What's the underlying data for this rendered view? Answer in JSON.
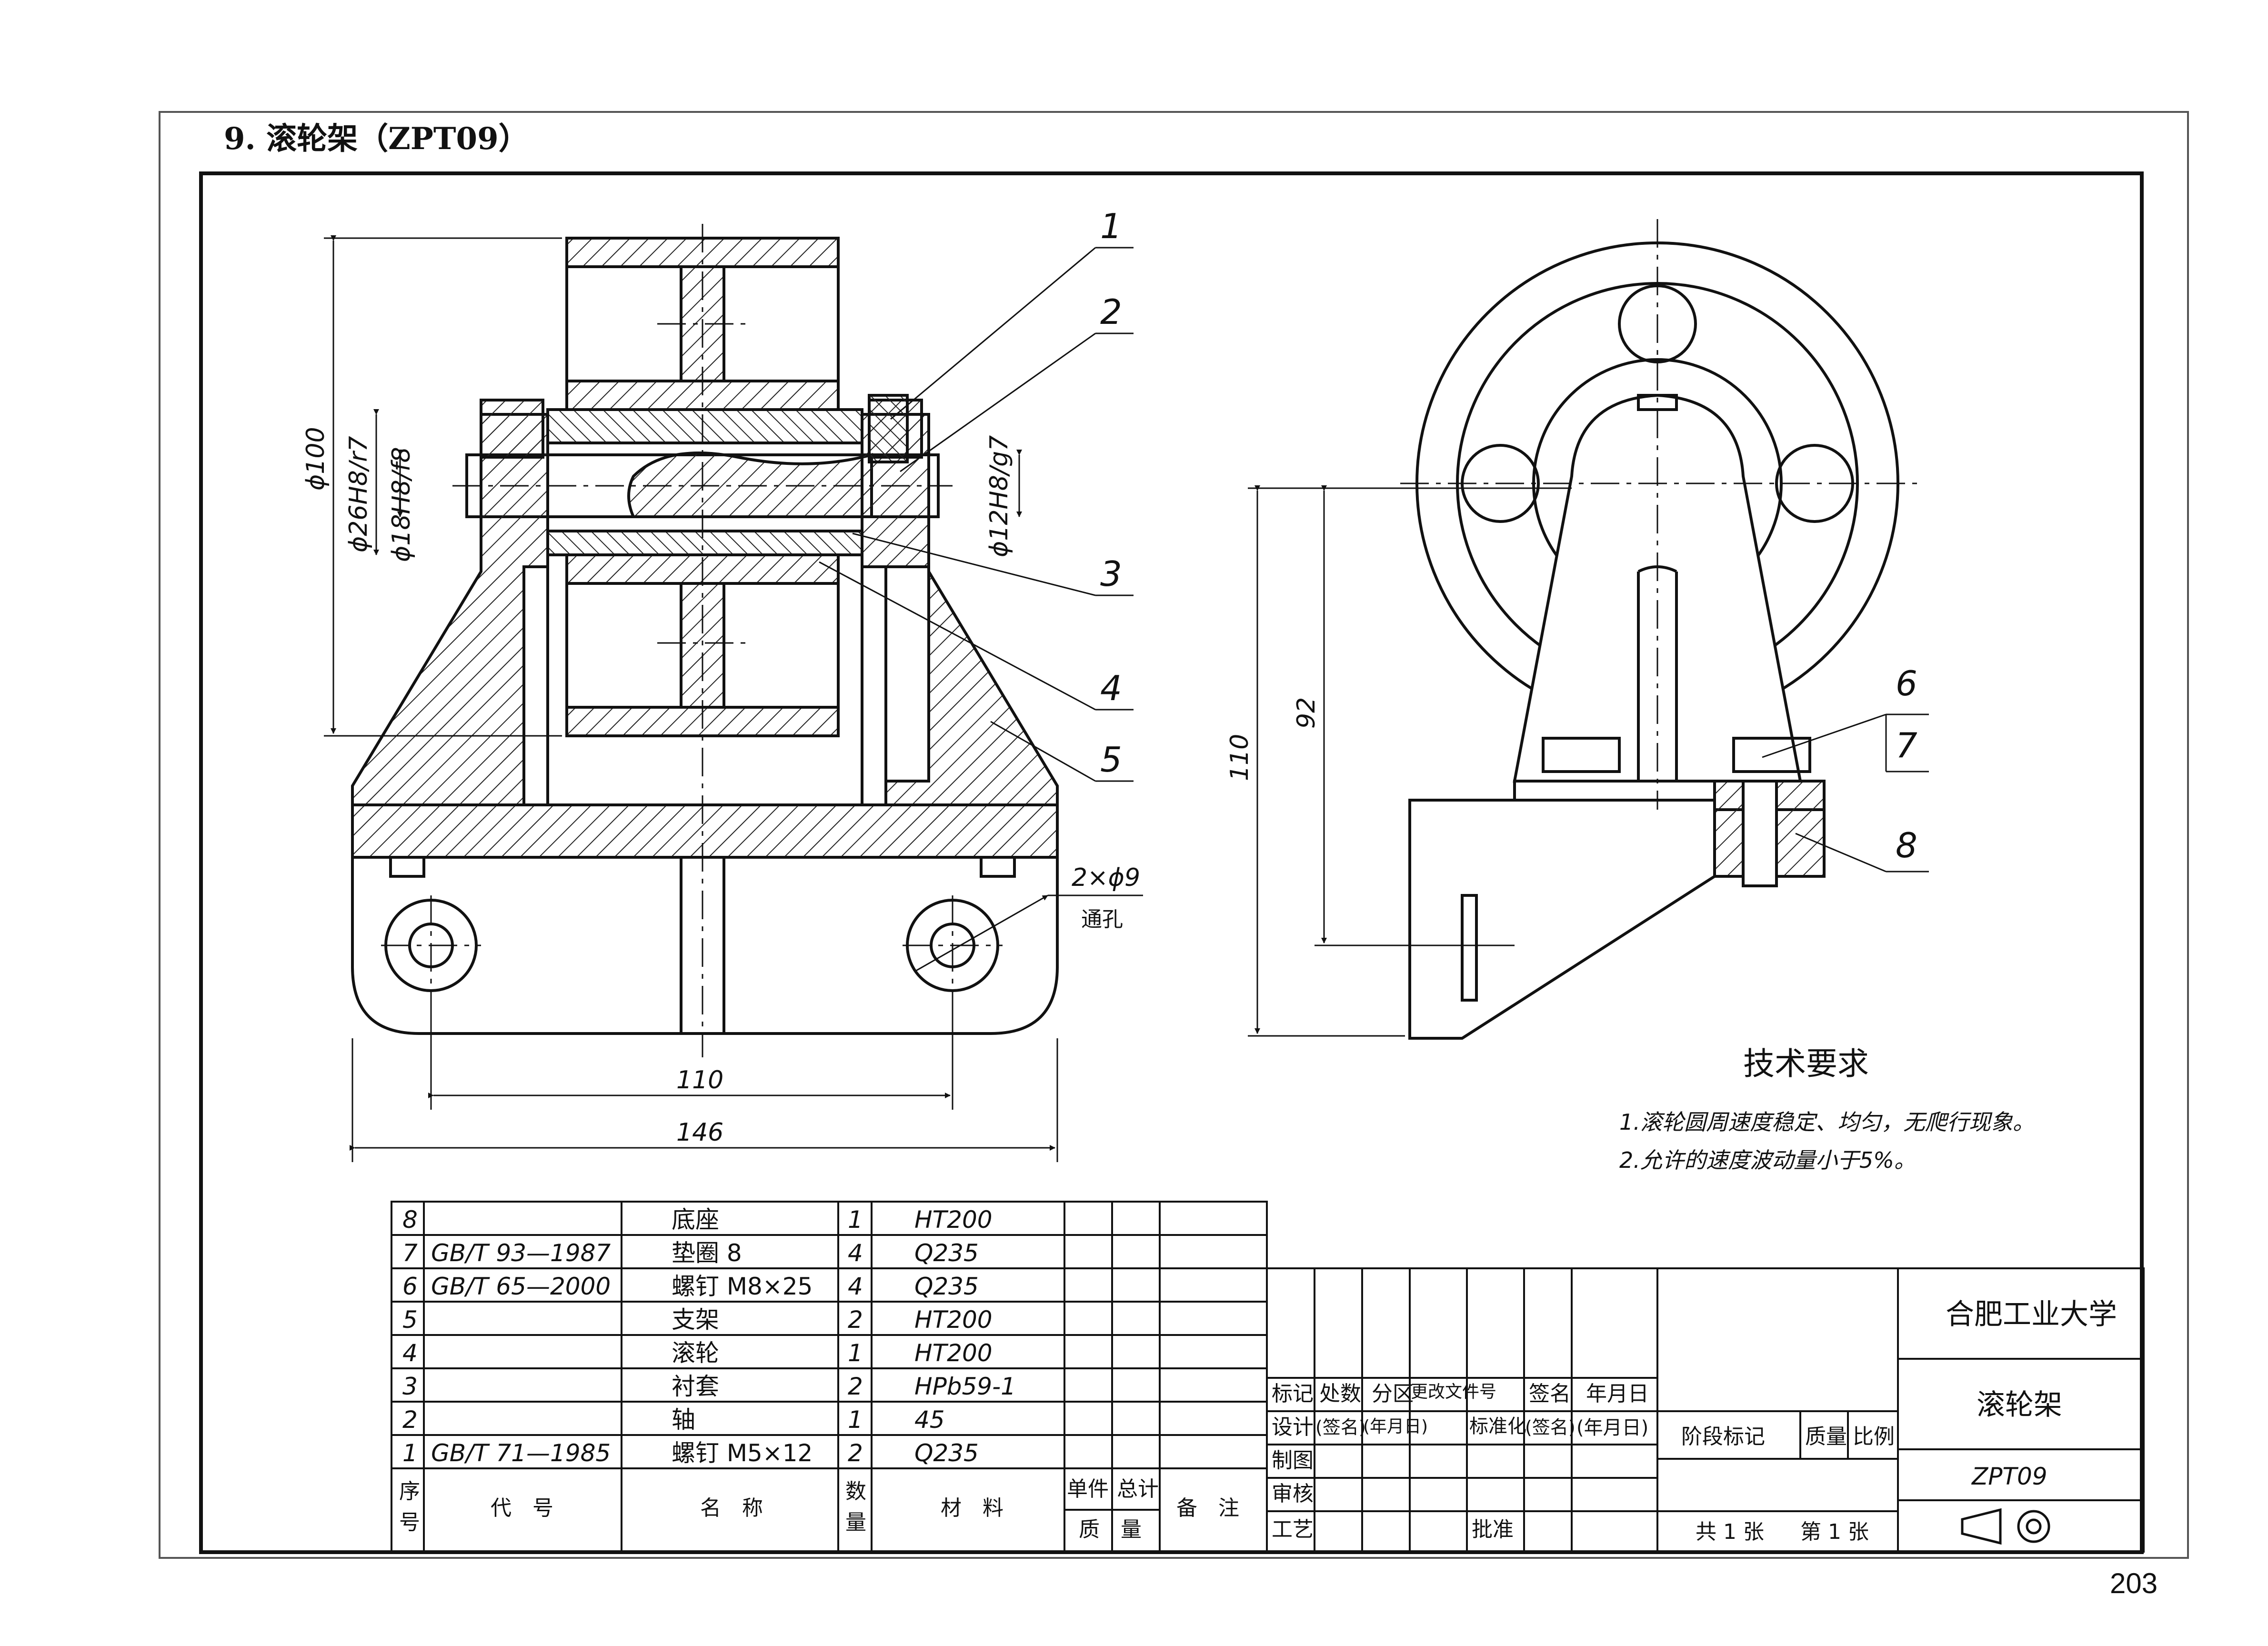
{
  "page": {
    "title": "9. 滚轮架（ZPT09）",
    "page_number": "203"
  },
  "front_view": {
    "dims": {
      "d100": "ϕ100",
      "d26": "ϕ26H8/r7",
      "d18": "ϕ18H8/f8",
      "d12": "ϕ12H8/g7",
      "w110": "110",
      "w146": "146",
      "holes": "2×ϕ9",
      "holes_note": "通孔"
    },
    "callouts": [
      "1",
      "2",
      "3",
      "4",
      "5"
    ]
  },
  "side_view": {
    "dims": {
      "h110": "110",
      "h92": "92"
    },
    "callouts": [
      "6",
      "7",
      "8"
    ]
  },
  "tech_req": {
    "title": "技术要求",
    "lines": [
      "1.滚轮圆周速度稳定、均匀，无爬行现象。",
      "2.允许的速度波动量小于5%。"
    ]
  },
  "parts_table": {
    "rows": [
      {
        "no": "8",
        "code": "",
        "name": "底座",
        "qty": "1",
        "material": "HT200"
      },
      {
        "no": "7",
        "code": "GB/T 93—1987",
        "name": "垫圈 8",
        "qty": "4",
        "material": "Q235"
      },
      {
        "no": "6",
        "code": "GB/T 65—2000",
        "name": "螺钉 M8×25",
        "qty": "4",
        "material": "Q235"
      },
      {
        "no": "5",
        "code": "",
        "name": "支架",
        "qty": "2",
        "material": "HT200"
      },
      {
        "no": "4",
        "code": "",
        "name": "滚轮",
        "qty": "1",
        "material": "HT200"
      },
      {
        "no": "3",
        "code": "",
        "name": "衬套",
        "qty": "2",
        "material": "HPb59-1"
      },
      {
        "no": "2",
        "code": "",
        "name": "轴",
        "qty": "1",
        "material": "45"
      },
      {
        "no": "1",
        "code": "GB/T 71—1985",
        "name": "螺钉 M5×12",
        "qty": "2",
        "material": "Q235"
      }
    ],
    "header": {
      "no_a": "序",
      "no_b": "号",
      "code": "代　号",
      "name": "名　称",
      "qty_a": "数",
      "qty_b": "量",
      "material": "材　料",
      "unit": "单件",
      "total": "总计",
      "mass": "质　量",
      "remark": "备　注"
    }
  },
  "title_block": {
    "school": "合肥工业大学",
    "drawing_name": "滚轮架",
    "drawing_no": "ZPT09",
    "row_mark": [
      "标记",
      "处数",
      "分区",
      "更改文件号",
      "签名",
      "年月日"
    ],
    "row_design": [
      "设计",
      "(签名)",
      "(年月日)",
      "标准化",
      "(签名)",
      "(年月日)"
    ],
    "draw": "制图",
    "check": "审核",
    "process": "工艺",
    "approve": "批准",
    "stage": "阶段标记",
    "mass": "质量",
    "scale": "比例",
    "sheets_total": "共 1 张",
    "sheet_no": "第 1 张"
  },
  "colors": {
    "ink": "#111111",
    "hatch": "#222222",
    "frame": "#555555"
  }
}
